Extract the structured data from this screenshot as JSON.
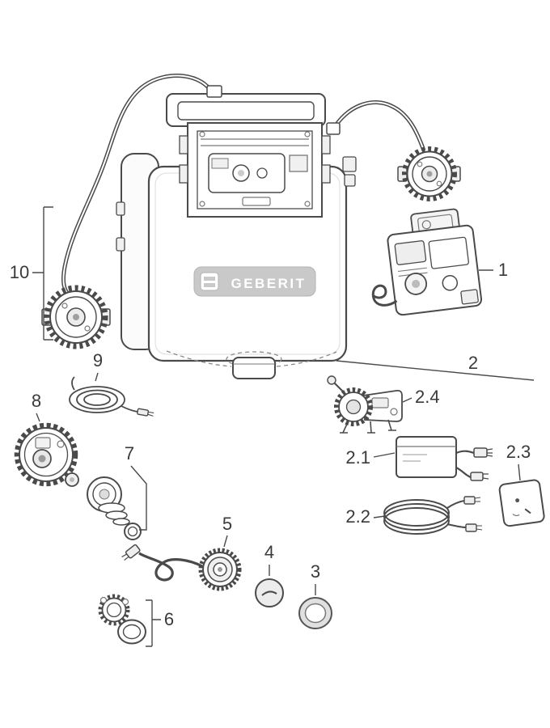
{
  "diagram": {
    "brand_label": "GEBERIT",
    "callouts": {
      "c1": "1",
      "c2": "2",
      "c2_1": "2.1",
      "c2_2": "2.2",
      "c2_3": "2.3",
      "c2_4": "2.4",
      "c3": "3",
      "c4": "4",
      "c5": "5",
      "c6": "6",
      "c7": "7",
      "c8": "8",
      "c9": "9",
      "c10": "10"
    },
    "colors": {
      "line": "#4a4a4a",
      "line_light": "#8a8a8a",
      "label_text": "#3a3a3a",
      "brand_band": "#c9c9c9",
      "brand_text": "#ffffff",
      "background": "#ffffff"
    }
  }
}
